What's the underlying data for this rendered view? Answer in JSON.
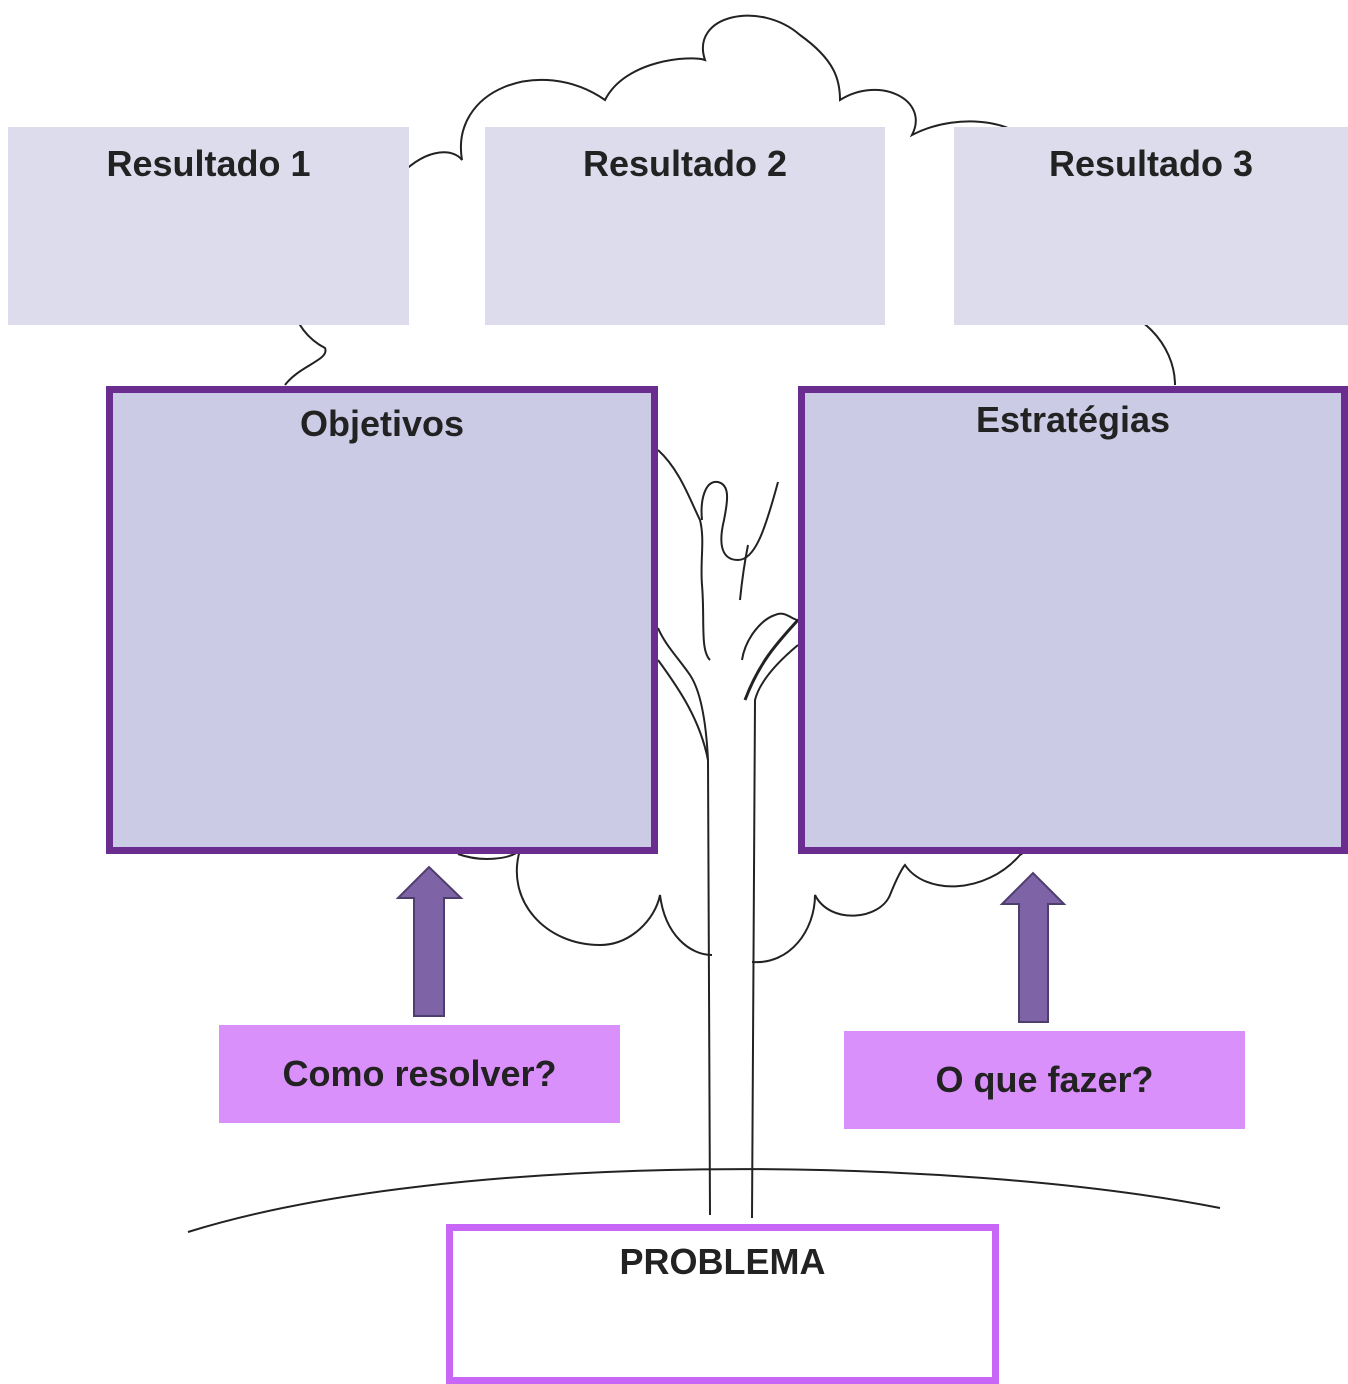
{
  "diagram": {
    "results": [
      "Resultado 1",
      "Resultado 2",
      "Resultado 3"
    ],
    "objectives_label": "Objetivos",
    "strategies_label": "Estratégias",
    "question_left": "Como resolver?",
    "question_right": "O que fazer?",
    "problem_label": "PROBLEMA"
  },
  "colors": {
    "result_fill": "#dcdcec",
    "panel_fill": "#cbcbe6",
    "panel_border": "#6a2d8f",
    "question_fill": "#da90fa",
    "problem_border": "#c866f7",
    "arrow_fill": "#7e63a6"
  }
}
